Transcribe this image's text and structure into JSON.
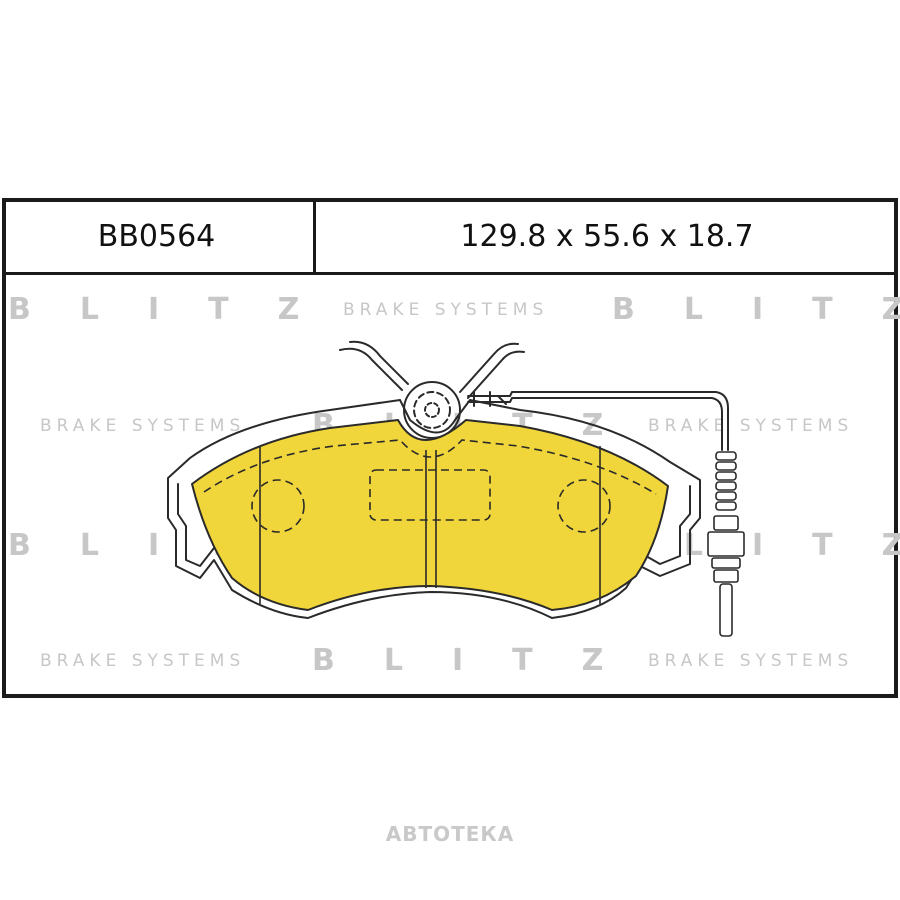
{
  "header": {
    "part_number": "BB0564",
    "dimensions": "129.8 x 55.6 x 18.7"
  },
  "watermarks": {
    "brand": "BLITZ",
    "tagline": "BRAKE SYSTEMS"
  },
  "footer": {
    "site_mark": "АВТОТЕКА"
  },
  "colors": {
    "friction_material": "#f0d63a",
    "outline": "#2a2a2a",
    "watermark": "#c7c7c7"
  }
}
